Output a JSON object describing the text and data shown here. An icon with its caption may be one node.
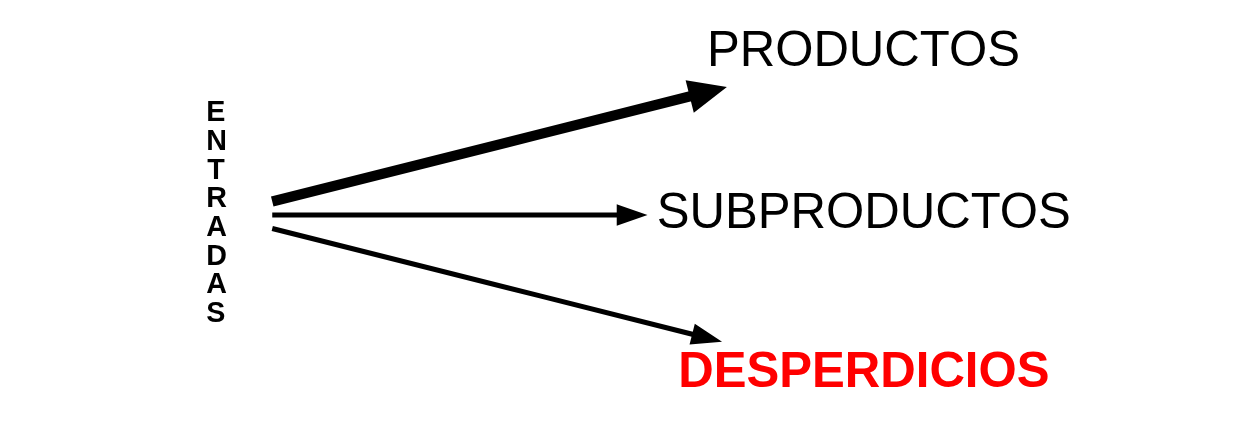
{
  "diagram": {
    "nodes": [
      {
        "text": [
          "ENTRADAS"
        ]
      },
      {
        "text": [
          "PRODUCTOS"
        ]
      },
      {
        "text": [
          "SUBPRODUCTOS"
        ]
      },
      {
        "text": [
          "DESPERDICIOS"
        ]
      }
    ],
    "edges": [
      {
        "from": 0,
        "to": 1,
        "arrow": "to",
        "style": "thick"
      },
      {
        "from": 0,
        "to": 2,
        "arrow": "to"
      },
      {
        "from": 0,
        "to": 3,
        "arrow": "to"
      }
    ]
  }
}
